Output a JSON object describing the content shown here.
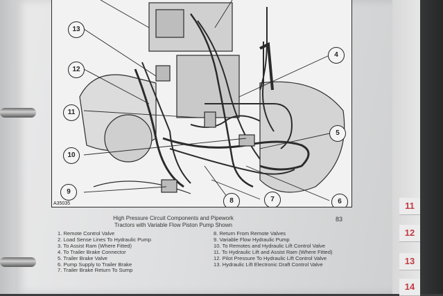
{
  "figure": {
    "code": "A35035",
    "callouts": [
      "4",
      "5",
      "6",
      "7",
      "8",
      "9",
      "10",
      "11",
      "12",
      "13"
    ]
  },
  "caption": {
    "line1": "High Pressure Circuit Components and Pipework",
    "line2": "Tractors with Variable Flow Piston Pump Shown"
  },
  "page_number": "83",
  "legend": {
    "left": [
      "1. Remote Control Valve",
      "2. Load Sense Lines To Hydraulic Pump",
      "3. To Assist Ram (Where Fitted)",
      "4. To Trailer Brake Connector",
      "5. Trailer Brake Valve",
      "6. Pump Supply to Trailer Brake",
      "7. Trailer Brake Return To Sump"
    ],
    "right": [
      "8. Return From Remote Valves",
      "9. Variable Flow Hydraulic Pump",
      "10. To Remotes and Hydraulic Lift Control Valve",
      "11. To Hydraulic Lift and Assist Ram (Where Fitted)",
      "12. Pilot Pressure To Hydraulic Lift Control Valve",
      "13. Hydraulic Lift Electronic Draft Control Valve"
    ]
  },
  "tabs": [
    "11",
    "12",
    "13",
    "14"
  ],
  "colors": {
    "tab_text": "#c23a45",
    "line_art": "#222222"
  }
}
